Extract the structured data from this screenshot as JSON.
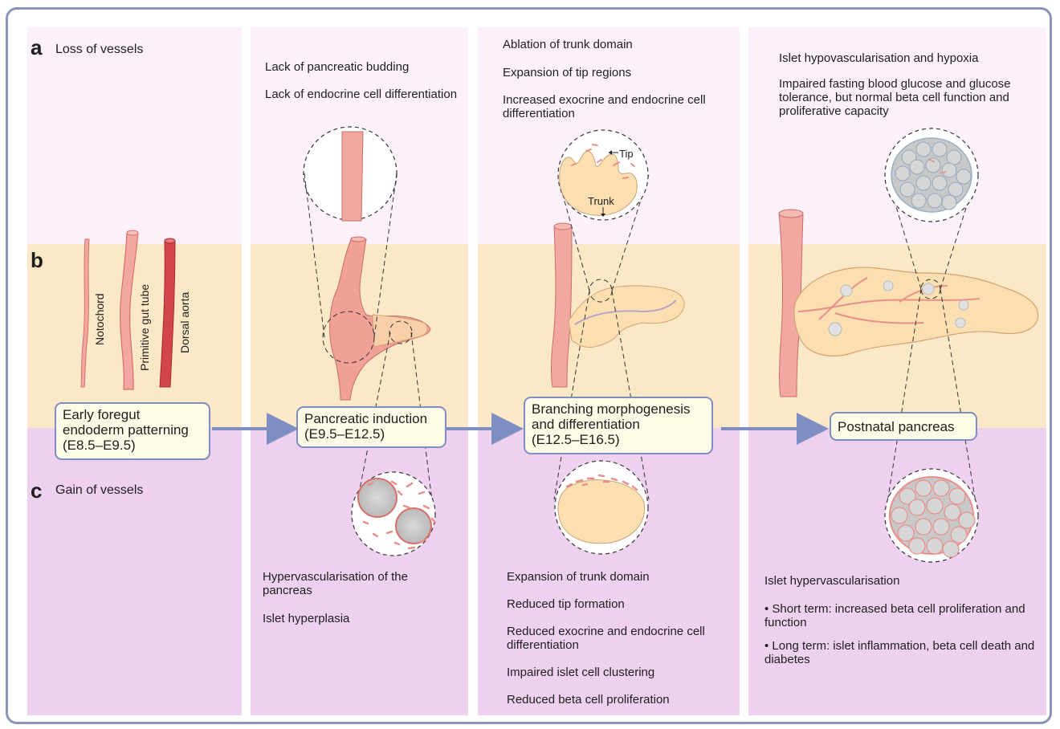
{
  "panels": {
    "a": {
      "letter": "a",
      "title": "Loss of vessels"
    },
    "b": {
      "letter": "b"
    },
    "c": {
      "letter": "c",
      "title": "Gain of vessels"
    }
  },
  "structures": {
    "notochord": "Notochord",
    "gut_tube": "Primitive gut tube",
    "dorsal_aorta": "Dorsal aorta",
    "tip": "Tip",
    "trunk": "Trunk"
  },
  "stages": [
    {
      "line1": "Early foregut",
      "line2": "endoderm patterning",
      "line3": "(E8.5–E9.5)"
    },
    {
      "line1": "Pancreatic induction",
      "line2": "(E9.5–E12.5)"
    },
    {
      "line1": "Branching morphogenesis",
      "line2": "and differentiation",
      "line3": "(E12.5–E16.5)"
    },
    {
      "line1": "Postnatal pancreas"
    }
  ],
  "loss": {
    "col2": [
      "Lack of pancreatic budding",
      "Lack of endocrine cell differentiation"
    ],
    "col3": [
      "Ablation of trunk domain",
      "Expansion of tip regions",
      "Increased exocrine and endocrine cell differentiation"
    ],
    "col4": [
      "Islet hypovascularisation and hypoxia",
      "Impaired fasting blood glucose and glucose tolerance, but normal beta cell function and proliferative capacity"
    ]
  },
  "gain": {
    "col2": [
      "Hypervascularisation of the pancreas",
      "Islet hyperplasia"
    ],
    "col3": [
      "Expansion of trunk domain",
      "Reduced tip formation",
      "Reduced exocrine and endocrine cell differentiation",
      "Impaired islet cell clustering",
      "Reduced beta cell proliferation"
    ],
    "col4_title": "Islet hypervascularisation",
    "col4_bullets": [
      "• Short term: increased beta cell proliferation and function",
      "• Long term: islet inflammation, beta cell death and diabetes"
    ]
  },
  "colors": {
    "pink_band": "#fcf1fa",
    "tan_band": "#fbe8c6",
    "purple_band": "#eed0ef",
    "frame": "#8a93b8",
    "arrow": "#7f8ec2",
    "vessel": "#f2a7a0",
    "aorta": "#d2454a",
    "pancreas": "#fbdfb0"
  }
}
